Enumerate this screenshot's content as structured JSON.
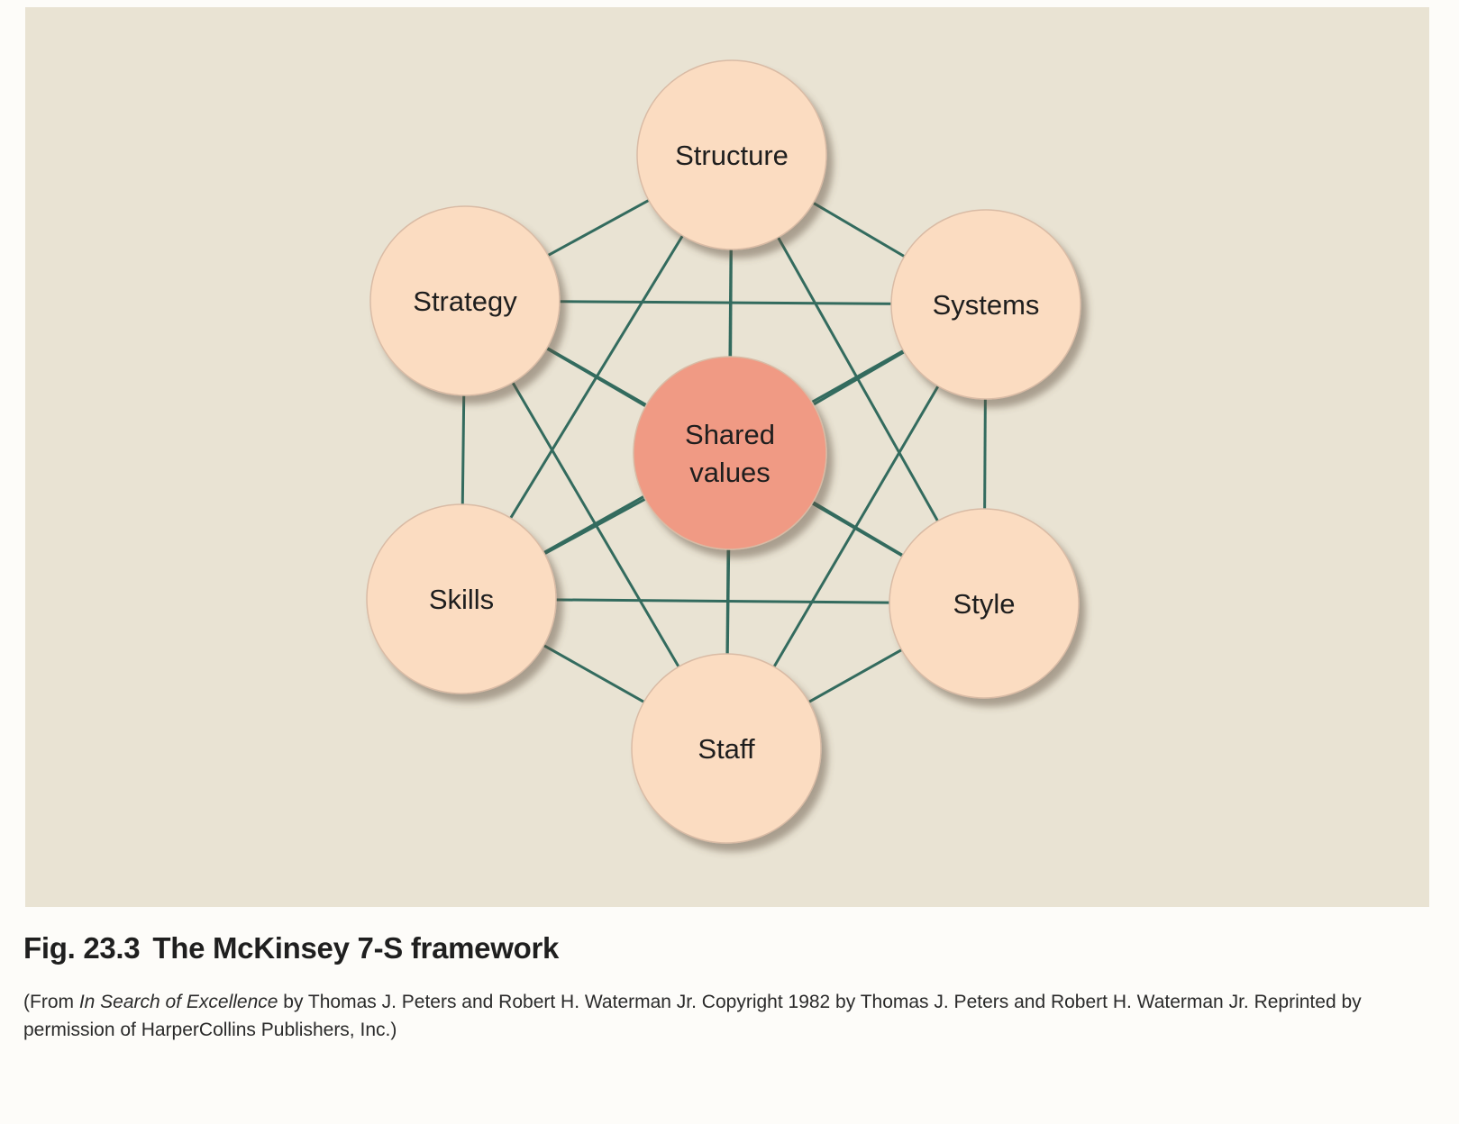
{
  "figure": {
    "nodes": [
      {
        "id": "structure",
        "label": "Structure",
        "role": "outer"
      },
      {
        "id": "systems",
        "label": "Systems",
        "role": "outer"
      },
      {
        "id": "style",
        "label": "Style",
        "role": "outer"
      },
      {
        "id": "staff",
        "label": "Staff",
        "role": "outer"
      },
      {
        "id": "skills",
        "label": "Skills",
        "role": "outer"
      },
      {
        "id": "strategy",
        "label": "Strategy",
        "role": "outer"
      },
      {
        "id": "shared",
        "label": "Shared values",
        "label_lines": [
          "Shared",
          "values"
        ],
        "role": "center"
      }
    ],
    "edges": "complete graph: every node connected to every other node",
    "colors": {
      "outer_fill": "#fbdcc1",
      "center_fill": "#f09a84",
      "edge": "#336b5e",
      "panel_background": "#e9e3d3",
      "circle_outline": "#d9bba5"
    }
  },
  "caption": {
    "fig_number": "Fig. 23.3",
    "title": "The McKinsey 7-S framework",
    "credit_prefix": "(From ",
    "credit_book": "In Search of Excellence",
    "credit_rest": " by Thomas J. Peters and Robert H. Waterman Jr. Copyright 1982 by Thomas J. Peters and Robert H. Waterman Jr. Reprinted by permission of HarperCollins Publishers, Inc.)"
  }
}
